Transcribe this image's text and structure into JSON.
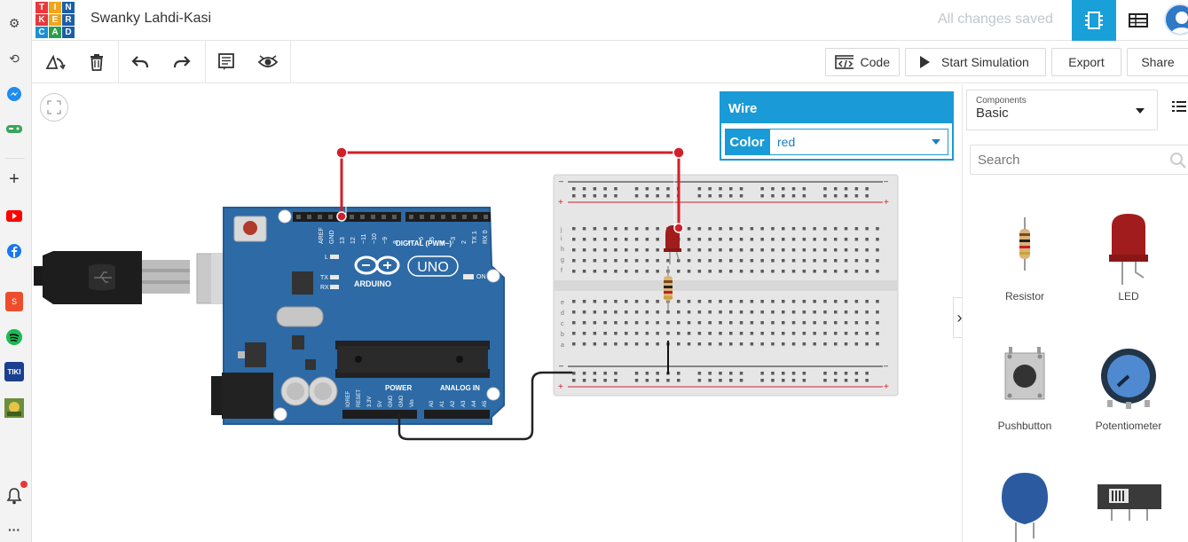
{
  "logo_letters": [
    "T",
    "I",
    "N",
    "K",
    "E",
    "R",
    "C",
    "A",
    "D"
  ],
  "logo_colors": [
    "#e8383d",
    "#f3a41b",
    "#1b5ea8",
    "#e8383d",
    "#f3a41b",
    "#1b5ea8",
    "#1e8fd6",
    "#2c9e4b",
    "#1b5ea8"
  ],
  "header": {
    "title": "Swanky Lahdi-Kasi",
    "status": "All changes saved"
  },
  "toolbar": {
    "code_label": "Code",
    "simulate_label": "Start Simulation",
    "export_label": "Export",
    "share_label": "Share"
  },
  "wire_panel": {
    "title": "Wire",
    "color_label": "Color",
    "color_value": "red"
  },
  "components_panel": {
    "select_small_label": "Components",
    "select_value": "Basic",
    "search_placeholder": "Search",
    "items": [
      "Resistor",
      "LED",
      "Pushbutton",
      "Potentiometer"
    ]
  },
  "arduino": {
    "brand": "ARDUINO",
    "model": "UNO",
    "digital_label": "DIGITAL (PWM~)",
    "power_label": "POWER",
    "analog_label": "ANALOG IN",
    "on_label": "ON",
    "l_label": "L",
    "tx_label": "TX",
    "rx_label": "RX",
    "top_pins": [
      "AREF",
      "GND",
      "13",
      "12",
      "~11",
      "~10",
      "~9",
      "8",
      "7",
      "~6",
      "~5",
      "4",
      "~3",
      "2",
      "TX 1",
      "RX 0"
    ],
    "power_pins": [
      "IOREF",
      "RESET",
      "3.3V",
      "5V",
      "GND",
      "GND",
      "Vin"
    ],
    "analog_pins": [
      "A0",
      "A1",
      "A2",
      "A3",
      "A4",
      "A5"
    ]
  },
  "breadboard": {
    "row_letters_top": [
      "j",
      "i",
      "h",
      "g",
      "f"
    ],
    "row_letters_bottom": [
      "e",
      "d",
      "c",
      "b",
      "a"
    ]
  },
  "colors": {
    "accent": "#1a9ad6",
    "wire_red": "#d0202a",
    "arduino_blue": "#2d6aa6"
  }
}
